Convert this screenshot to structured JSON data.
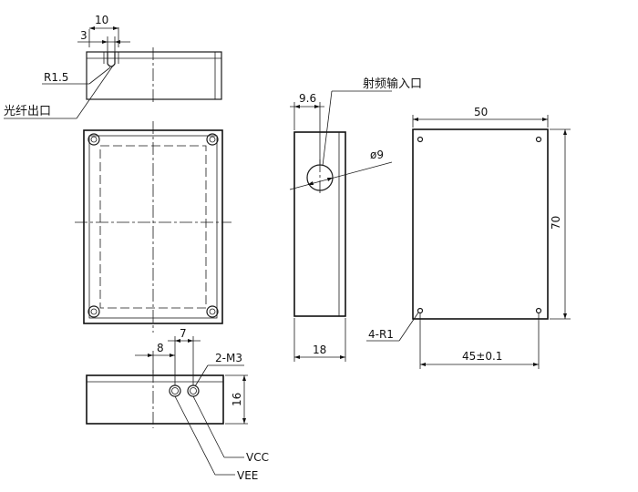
{
  "labels": {
    "top_dim_10": "10",
    "top_dim_3": "3",
    "r15": "R1.5",
    "fiber_out": "光纤出口",
    "dim_96": "9.6",
    "rf_in": "射频输入口",
    "phi9": "ø9",
    "dim_18": "18",
    "dim_50": "50",
    "dim_70": "70",
    "r1": "4-R1",
    "dim_45": "45±0.1",
    "dim_8": "8",
    "dim_7": "7",
    "m3": "2-M3",
    "dim_16": "16",
    "vcc": "VCC",
    "vee": "VEE"
  }
}
